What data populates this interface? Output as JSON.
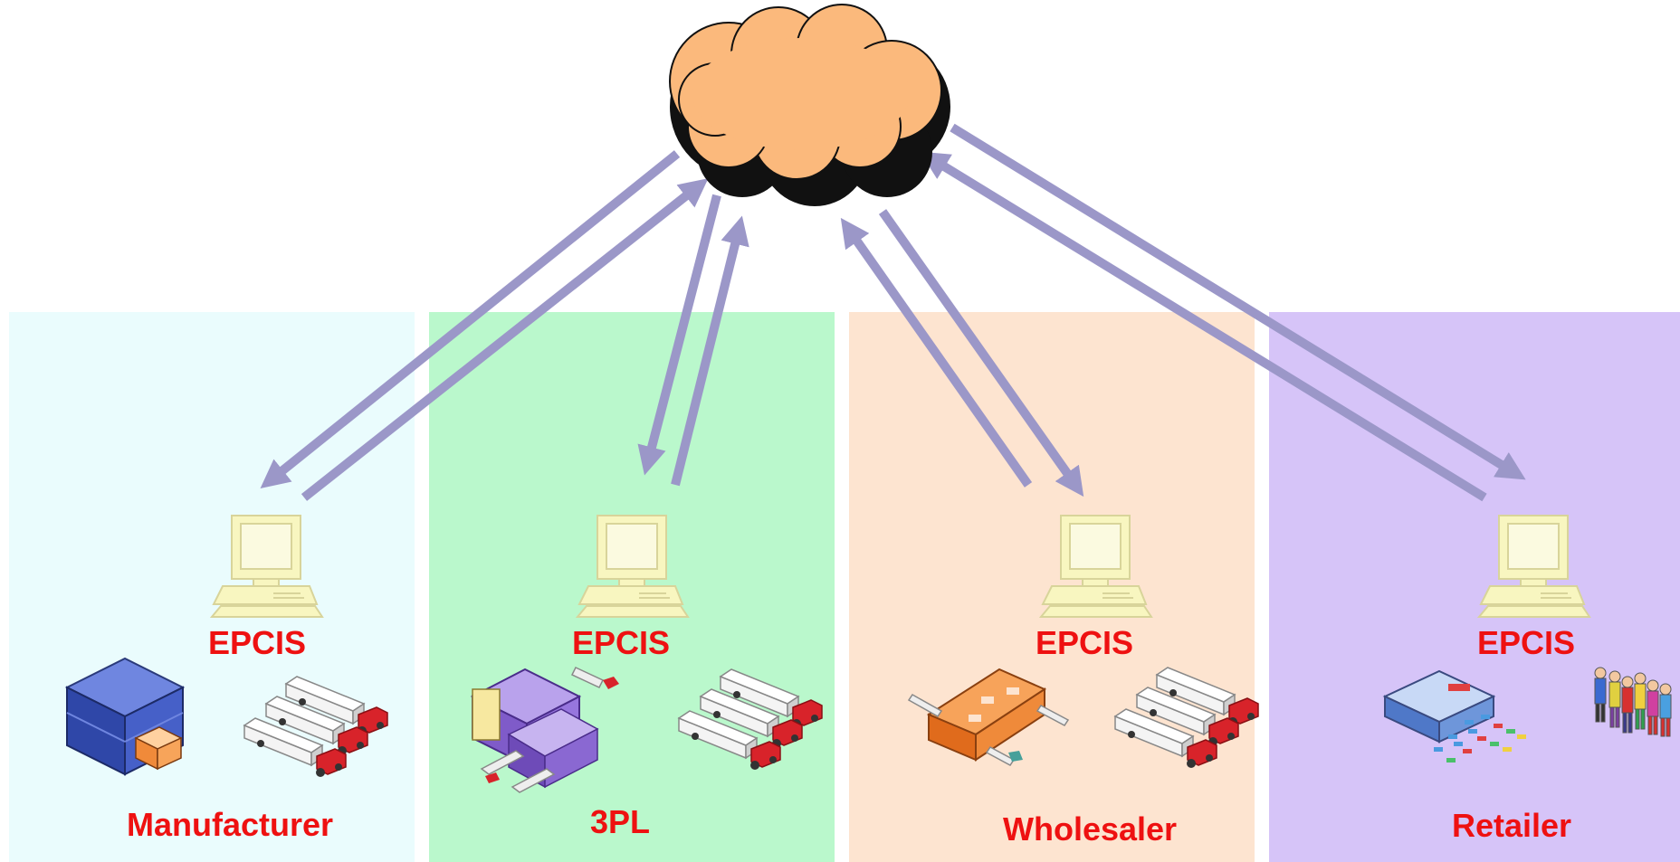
{
  "epcis_label": "EPCIS",
  "nodes": [
    {
      "id": "manufacturer",
      "role": "Manufacturer",
      "color": "#eafcfd"
    },
    {
      "id": "3pl",
      "role": "3PL",
      "color": "#baf8cc"
    },
    {
      "id": "wholesaler",
      "role": "Wholesaler",
      "color": "#fde4d0"
    },
    {
      "id": "retailer",
      "role": "Retailer",
      "color": "#d6c4f8"
    }
  ],
  "colors": {
    "cloud": "#fbb97c",
    "arrow": "#9b97c8",
    "label": "#ee1111",
    "computer": "#f8f6c0",
    "truck_cab": "#d8232a"
  },
  "icons": [
    "cloud-icon",
    "computer-icon",
    "factory-building-icon",
    "truck-fleet-icon",
    "distribution-center-icon",
    "warehouse-icon",
    "retail-store-icon",
    "customers-icon"
  ]
}
